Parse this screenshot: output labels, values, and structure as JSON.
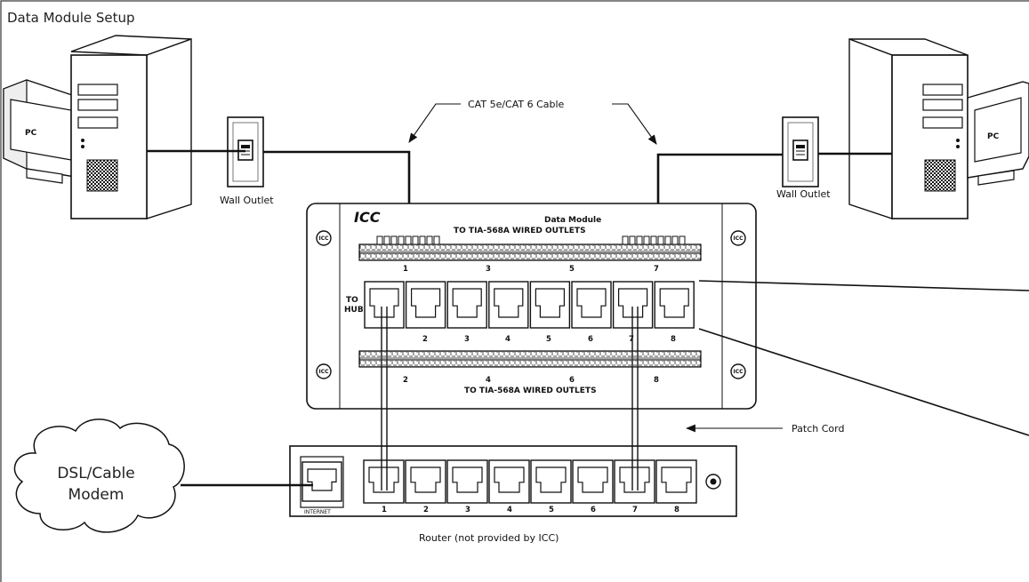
{
  "title": "Data Module Setup",
  "cable_label": "CAT 5e/CAT 6 Cable",
  "wall_outlet_left": "Wall Outlet",
  "wall_outlet_right": "Wall Outlet",
  "pc_label": "PC",
  "module": {
    "brand": "ICC",
    "name": "Data Module",
    "top_caption": "TO TIA-568A WIRED OUTLETS",
    "bottom_caption": "TO TIA-568A WIRED OUTLETS",
    "to_hub": [
      "TO",
      "HUB"
    ],
    "top_numbers": [
      "1",
      "3",
      "5",
      "7"
    ],
    "port_numbers": [
      "2",
      "3",
      "4",
      "5",
      "6",
      "7",
      "8"
    ],
    "bottom_numbers": [
      "2",
      "4",
      "6",
      "8"
    ]
  },
  "patch_cord": "Patch Cord",
  "modem_lines": [
    "DSL/Cable",
    "Modem"
  ],
  "router": {
    "internet_label": "INTERNET",
    "port_numbers": [
      "1",
      "2",
      "3",
      "4",
      "5",
      "6",
      "7",
      "8"
    ],
    "caption": "Router (not provided by ICC)"
  }
}
